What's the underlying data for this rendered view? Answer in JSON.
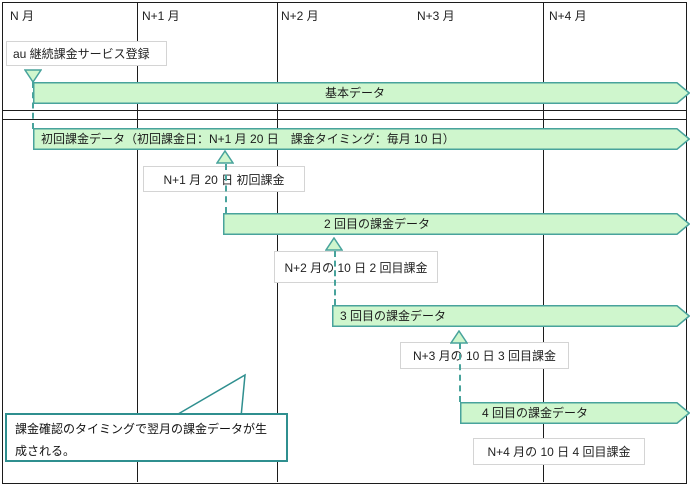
{
  "diagram": {
    "title_semantic": "au continuous billing service - billing data generation timeline",
    "columns": [
      {
        "label": "N 月"
      },
      {
        "label": "N+1 月"
      },
      {
        "label": "N+2 月"
      },
      {
        "label": "N+3 月"
      },
      {
        "label": "N+4 月"
      }
    ],
    "registration": {
      "label": "au 継続課金サービス登録"
    },
    "bars": [
      {
        "label": "基本データ"
      },
      {
        "label": "初回課金データ（初回課金日：N+1 月 20 日　課金タイミング：毎月 10 日）"
      },
      {
        "label": "2 回目の課金データ"
      },
      {
        "label": "3 回目の課金データ"
      },
      {
        "label": "4 回目の課金データ"
      }
    ],
    "events": [
      {
        "label": "N+1 月 20 日 初回課金"
      },
      {
        "label": "N+2 月の 10 日 2 回目課金"
      },
      {
        "label": "N+3 月の 10 日 3 回目課金"
      },
      {
        "label": "N+4 月の 10 日 4 回目課金"
      }
    ],
    "note": {
      "text": "課金確認のタイミングで翌月の課金データが生成される。"
    },
    "colors": {
      "bar_fill": "#cff6cd",
      "bar_border": "#48a39c",
      "grid_line": "#1c1c1c",
      "event_box_border": "#d4d4d4",
      "note_border": "#2f8f8f",
      "connector": "#48a39c"
    }
  }
}
